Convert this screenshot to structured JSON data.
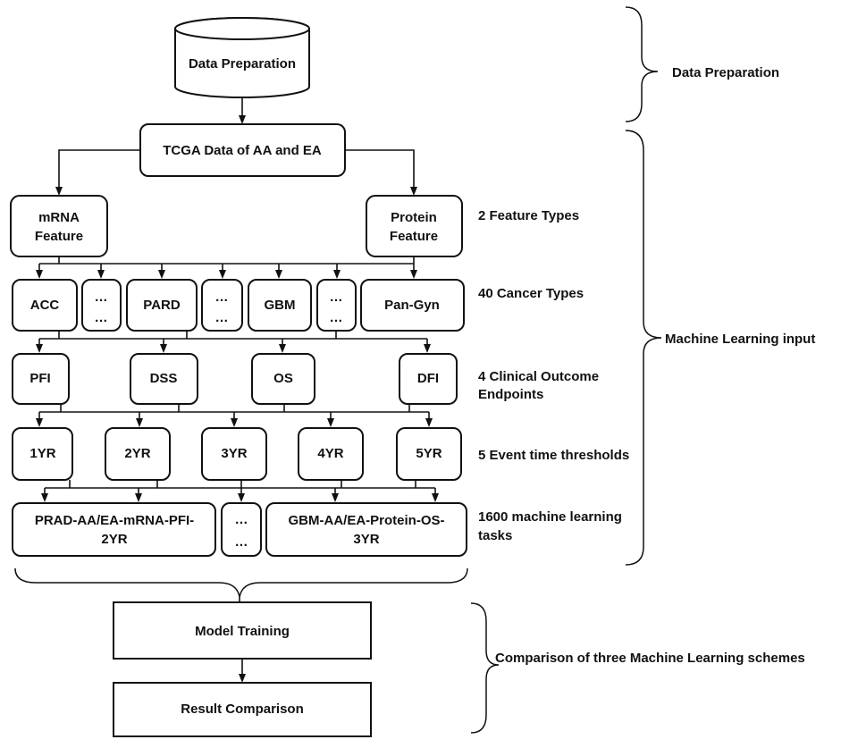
{
  "nodes": {
    "data_preparation": "Data Preparation",
    "tcga": "TCGA Data of AA and EA",
    "mrna": [
      "mRNA",
      "Feature"
    ],
    "protein": [
      "Protein",
      "Feature"
    ],
    "ellipsis": [
      "…",
      "…"
    ],
    "cancer": {
      "acc": "ACC",
      "pard": "PARD",
      "gbm": "GBM",
      "pan_gyn": "Pan-Gyn"
    },
    "endpoints": {
      "pfi": "PFI",
      "dss": "DSS",
      "os": "OS",
      "dfi": "DFI"
    },
    "thresholds": {
      "y1": "1YR",
      "y2": "2YR",
      "y3": "3YR",
      "y4": "4YR",
      "y5": "5YR"
    },
    "task_left": [
      "PRAD-AA/EA-mRNA-PFI-",
      "2YR"
    ],
    "task_right": [
      "GBM-AA/EA-Protein-OS-",
      "3YR"
    ],
    "model_training": "Model Training",
    "result_comparison": "Result Comparison"
  },
  "annotations": {
    "feature_types": "2 Feature Types",
    "cancer_types": "40 Cancer Types",
    "endpoints": [
      "4 Clinical Outcome",
      "Endpoints"
    ],
    "thresholds": "5 Event time thresholds",
    "tasks": [
      "1600 machine learning",
      "tasks"
    ]
  },
  "braces": {
    "data_preparation": "Data Preparation",
    "ml_input": "Machine Learning input",
    "comparison": "Comparison of three Machine Learning schemes"
  }
}
